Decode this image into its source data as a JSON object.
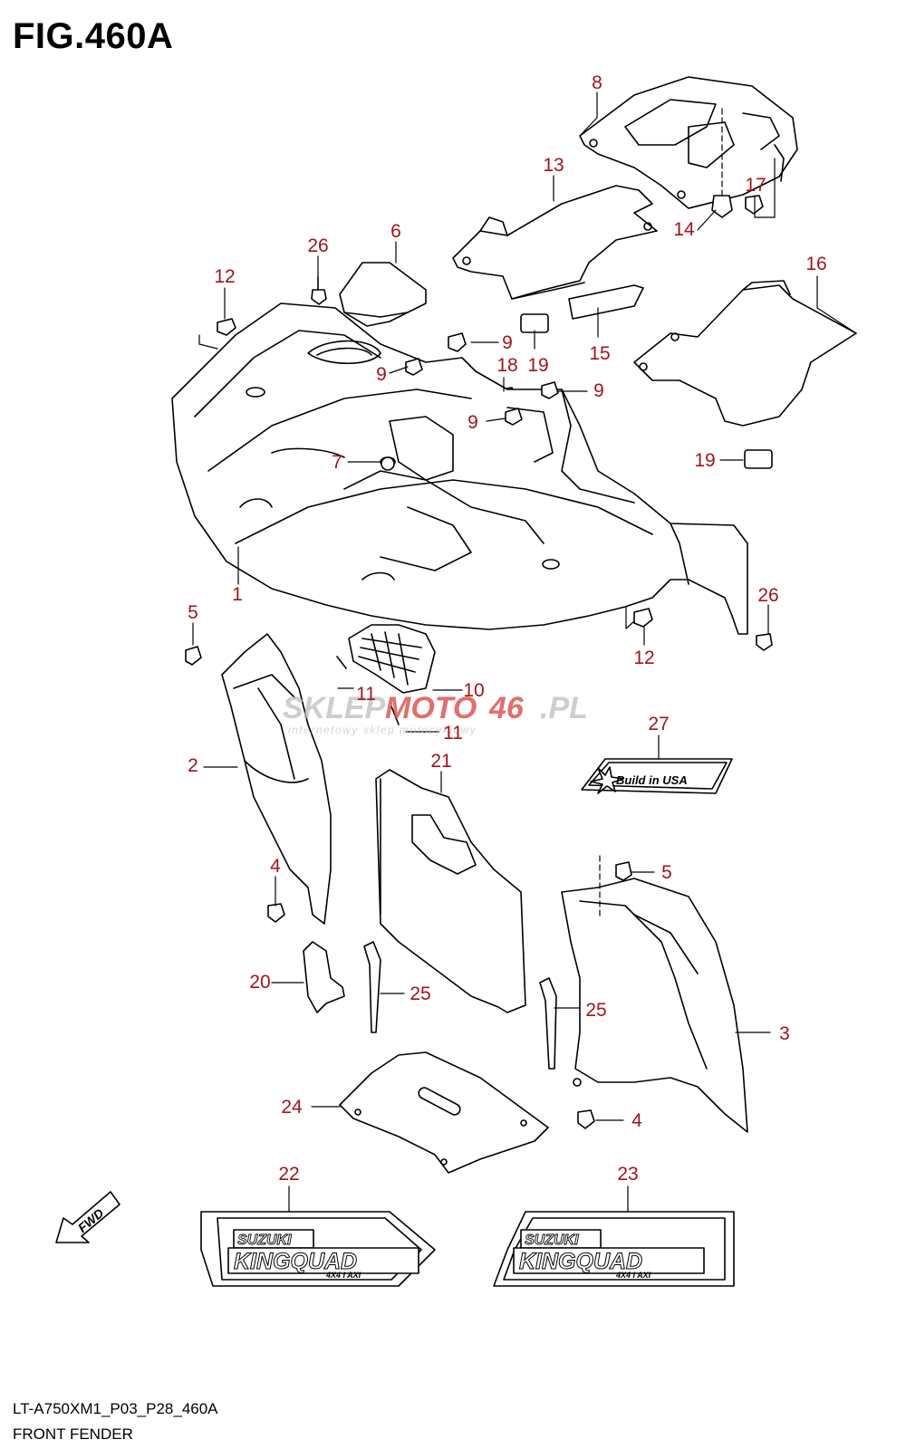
{
  "title": "FIG.460A",
  "footer": {
    "code": "LT-A750XM1_P03_P28_460A",
    "name": "FRONT FENDER"
  },
  "watermark": {
    "brand_a": "SKLEP",
    "brand_b": "MOTO",
    "brand_c": "46",
    "brand_d": ".PL",
    "tagline": "internetowy sklep motocyklowy"
  },
  "decals": {
    "build_in_usa": "Build in USA",
    "brand": "SUZUKI",
    "model": "KINGQUAD",
    "badge": "4X4 I AXI",
    "fwd": "FWD"
  },
  "callouts": [
    "8",
    "13",
    "17",
    "14",
    "6",
    "26",
    "12",
    "16",
    "9",
    "9",
    "18",
    "19",
    "15",
    "9",
    "9",
    "7",
    "19",
    "1",
    "5",
    "12",
    "26",
    "10",
    "11",
    "11",
    "27",
    "2",
    "21",
    "4",
    "5",
    "20",
    "25",
    "25",
    "3",
    "24",
    "4",
    "22",
    "23"
  ],
  "colors": {
    "callout": "#a3141a",
    "line": "#000000",
    "watermark_red": "#d9403c",
    "watermark_grey": "#bdbdbd"
  }
}
